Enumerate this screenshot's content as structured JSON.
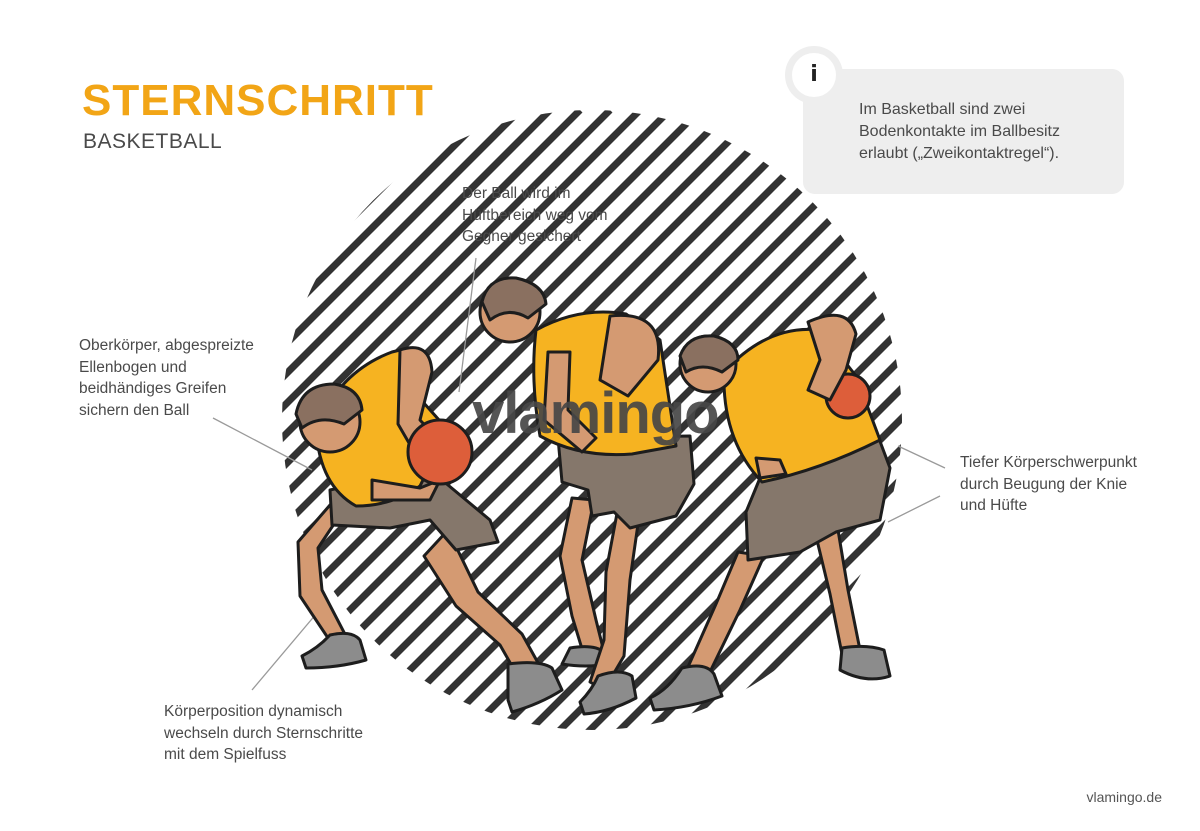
{
  "header": {
    "title": "STERNSCHRITT",
    "subtitle": "BASKETBALL"
  },
  "info": {
    "icon": "info-icon",
    "badge_letter": "i",
    "text": "Im Basketball sind zwei Bodenkontakte im Ballbesitz erlaubt („Zweikontaktregel“)."
  },
  "annotations": {
    "ball_secured": "Der Ball wird im\nHüftbereich weg vom\nGegner gesichert",
    "upper_body": "Oberkörper, abgespreizte\nEllenbogen und\nbeidhändiges Greifen\nsichern den Ball",
    "center_of_gravity": "Tiefer Körperschwerpunkt\ndurch Beugung der Knie\nund Hüfte",
    "body_position": "Körperposition dynamisch\nwechseln durch Sternschritte\nmit dem Spielfuss"
  },
  "watermark": "vlamingo",
  "footer": "vlamingo.de",
  "colors": {
    "accent": "#f2a516",
    "shirt": "#f6b321",
    "shorts": "#85776b",
    "skin": "#d49a72",
    "hair": "#8a7060",
    "ball": "#dd5e3a",
    "shoe": "#8c8c8c",
    "stripes": "#333333"
  }
}
